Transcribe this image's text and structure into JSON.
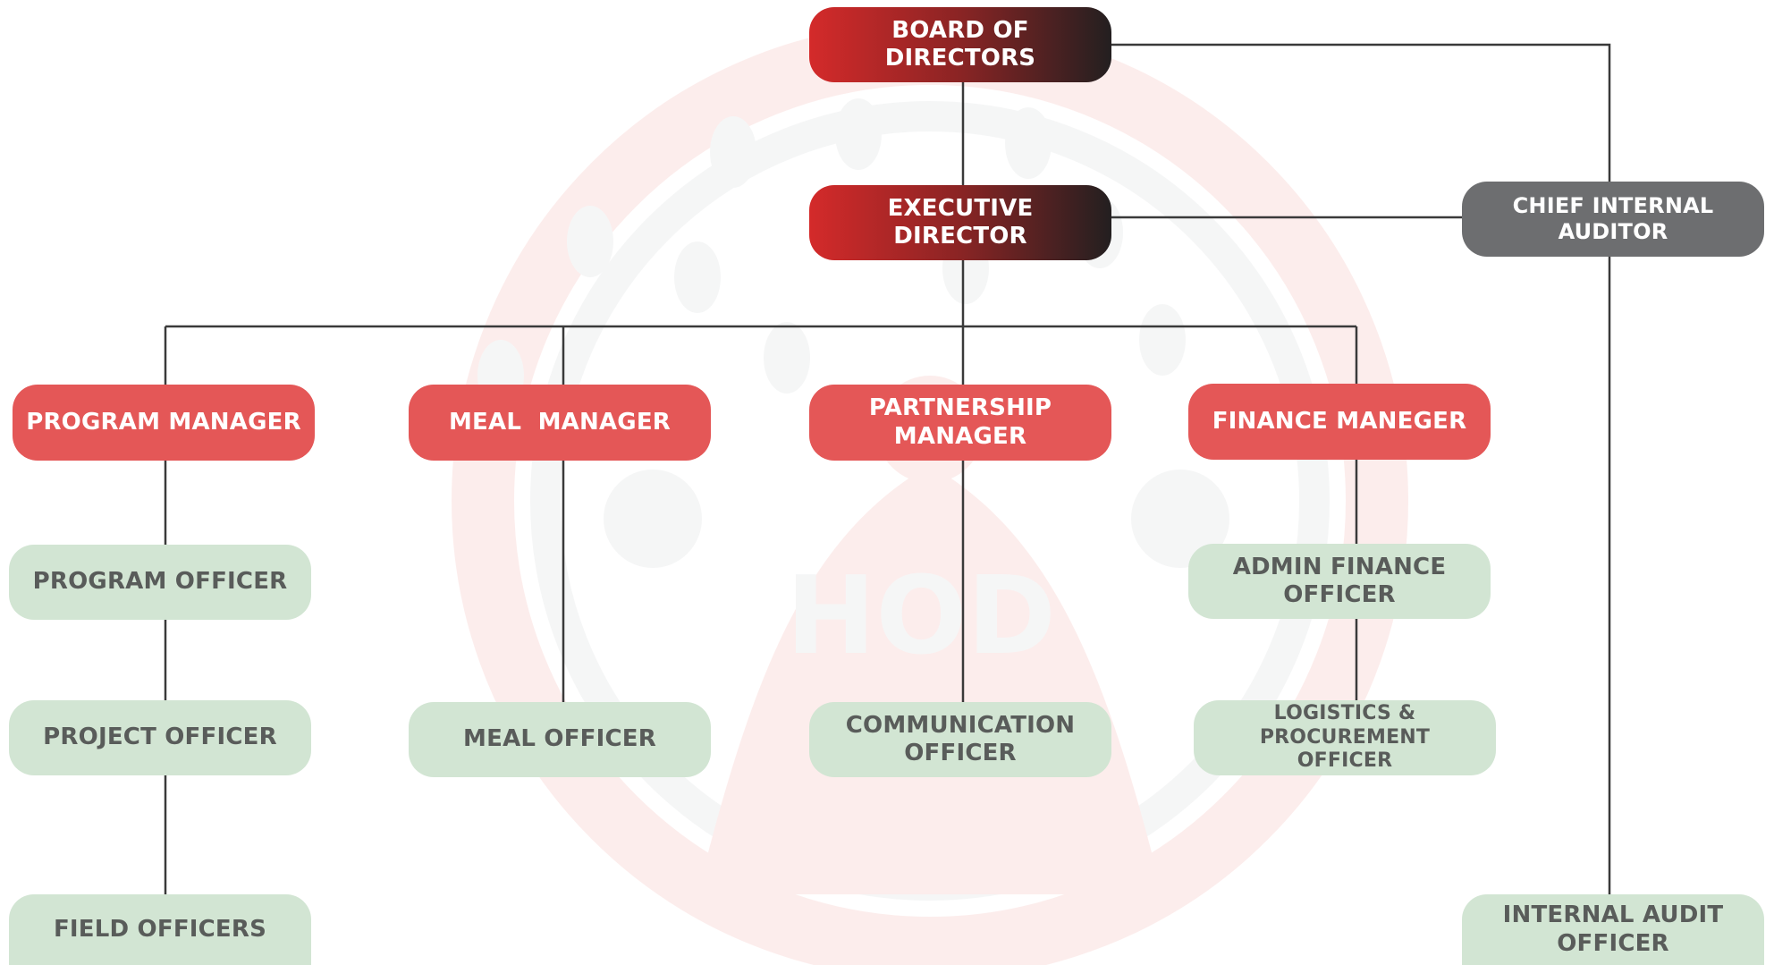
{
  "colors": {
    "leadership_gradient": [
      "#d42a2a",
      "#231f20"
    ],
    "auditor": "#6d6e70",
    "manager": "#e45757",
    "officer": "#d2e5d3",
    "officer_text": "#595c5a",
    "connector": "#3a3a3a",
    "watermark_red": "#e8463c",
    "watermark_grey": "#9aa3a8"
  },
  "watermark": {
    "logo_text": "HOD"
  },
  "nodes": {
    "board": "BOARD OF DIRECTORS",
    "executive": "EXECUTIVE DIRECTOR",
    "chief_auditor": "CHIEF INTERNAL AUDITOR",
    "program_manager": "PROGRAM MANAGER",
    "meal_manager": "MEAL  MANAGER",
    "partnership_manager": "PARTNERSHIP MANAGER",
    "finance_manager": "FINANCE MANEGER",
    "program_officer": "PROGRAM OFFICER",
    "project_officer": "PROJECT OFFICER",
    "field_officers": "FIELD OFFICERS",
    "meal_officer": "MEAL OFFICER",
    "communication_officer": "COMMUNICATION OFFICER",
    "admin_finance_officer": "ADMIN FINANCE OFFICER",
    "logistics_officer": "LOGISTICS & PROCUREMENT OFFICER",
    "internal_audit_officer": "INTERNAL AUDIT OFFICER"
  }
}
